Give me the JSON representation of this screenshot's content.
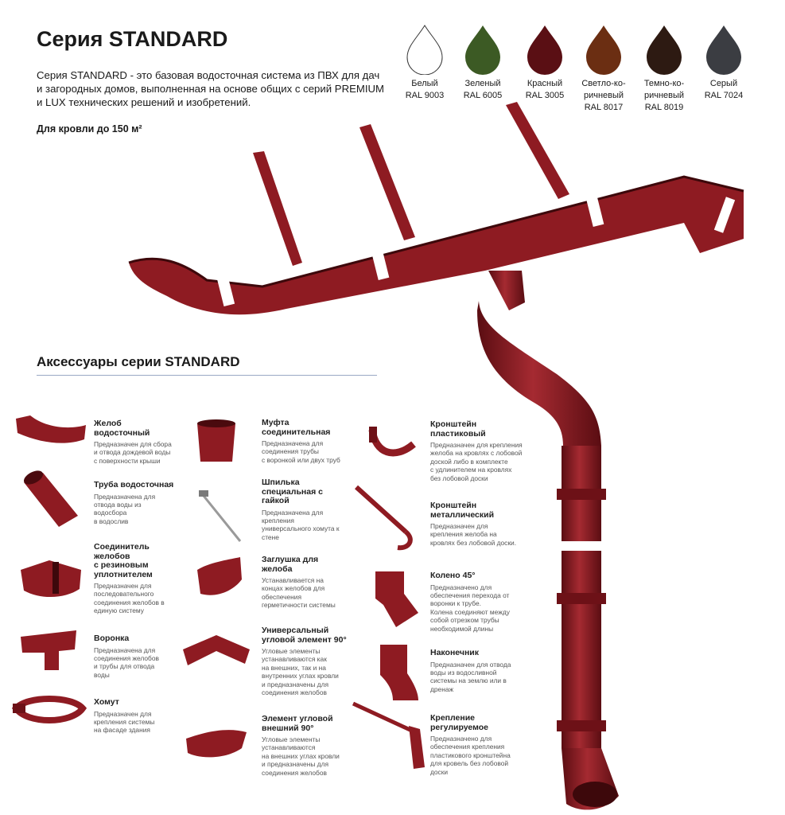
{
  "header": {
    "title": "Серия STANDARD",
    "intro": "Серия STANDARD - это базовая водосточная система из ПВХ для дач и загородных домов, выполненная на основе общих с серий PREMIUM и LUX технических решений и изобретений.",
    "roof_note": "Для кровли до 150 м²"
  },
  "colors": [
    {
      "name": "Белый",
      "ral": "RAL 9003",
      "hex": "#ffffff"
    },
    {
      "name": "Зеленый",
      "ral": "RAL 6005",
      "hex": "#3c5a24"
    },
    {
      "name": "Красный",
      "ral": "RAL 3005",
      "hex": "#5a0f14"
    },
    {
      "name": "Светло-ко-\nричневый",
      "ral": "RAL 8017",
      "hex": "#6b2e12"
    },
    {
      "name": "Темно-ко-\nричневый",
      "ral": "RAL 8019",
      "hex": "#2d1a12"
    },
    {
      "name": "Серый",
      "ral": "RAL 7024",
      "hex": "#3b3d42"
    }
  ],
  "product_color": "#8e1b22",
  "accessories_title": "Аксессуары серии STANDARD",
  "accessories": [
    {
      "id": "a1",
      "title": "Желоб\nводосточный",
      "desc": "Предназначен для сбора\nи отвода дождевой воды\nс поверхности крыши",
      "icon": "gutter-icon"
    },
    {
      "id": "a2",
      "title": "Труба водосточная",
      "desc": "Предназначена для\nотвода воды из\nводосбора\nв водослив",
      "icon": "pipe-icon"
    },
    {
      "id": "a3",
      "title": "Соединитель\nжелобов\nс резиновым\nуплотнителем",
      "desc": "Предназначен для\nпоследовательного\nсоединения желобов в\nединую систему",
      "icon": "connector-icon"
    },
    {
      "id": "a4",
      "title": "Воронка",
      "desc": "Предназначена для\nсоединения желобов\nи трубы для отвода\nводы",
      "icon": "funnel-icon"
    },
    {
      "id": "a5",
      "title": "Хомут",
      "desc": "Предназначен для\nкрепления системы\nна фасаде здания",
      "icon": "clamp-icon"
    },
    {
      "id": "a6",
      "title": "Муфта\nсоединительная",
      "desc": "Предназначена для\nсоединения трубы\nс воронкой или двух труб",
      "icon": "coupling-icon"
    },
    {
      "id": "a7",
      "title": "Шпилька\nспециальная с\nгайкой",
      "desc": "Предназначена для\nкрепления\nуниверсального хомута к\nстене",
      "icon": "stud-icon"
    },
    {
      "id": "a8",
      "title": "Заглушка для\nжелоба",
      "desc": "Устанавливается на\nконцах желобов для\nобеспечения\nгерметичности системы",
      "icon": "endcap-icon"
    },
    {
      "id": "a9",
      "title": "Универсальный\nугловой элемент 90°",
      "desc": "Угловые элементы\nустанавливаются как\nна внешних, так и на\nвнутренних углах кровли\nи предназначены для\nсоединения желобов",
      "icon": "corner-icon"
    },
    {
      "id": "a10",
      "title": "Элемент угловой\nвнешний 90°",
      "desc": "Угловые элементы\nустанавливаются\nна внешних углах кровли\nи предназначены для\nсоединения желобов",
      "icon": "outer-corner-icon"
    },
    {
      "id": "a11",
      "title": "Кронштейн\nпластиковый",
      "desc": "Предназначен для крепления\nжелоба на кровлях с лобовой\nдоской либо в комплекте\nс удлинителем на кровлях\nбез лобовой доски",
      "icon": "plastic-bracket-icon"
    },
    {
      "id": "a12",
      "title": "Кронштейн\nметаллический",
      "desc": "Предназначен для\nкрепления желоба на\nкровлях без лобовой доски.",
      "icon": "metal-bracket-icon"
    },
    {
      "id": "a13",
      "title": "Колено 45°",
      "desc": "Предназначено для\nобеспечения перехода от\nворонки к трубе.\nКолена соединяют между\nсобой отрезком трубы\nнеобходимой длины",
      "icon": "elbow-icon"
    },
    {
      "id": "a14",
      "title": "Наконечник",
      "desc": "Предназначен для отвода\nводы из водосливной\nсистемы на землю или в\nдренаж",
      "icon": "outlet-icon"
    },
    {
      "id": "a15",
      "title": "Крепление\nрегулируемое",
      "desc": "Предназначено для\nобеспечения крепления\nпластикового кронштейна\nдля кровель без лобовой\nдоски",
      "icon": "adjustable-mount-icon"
    }
  ]
}
